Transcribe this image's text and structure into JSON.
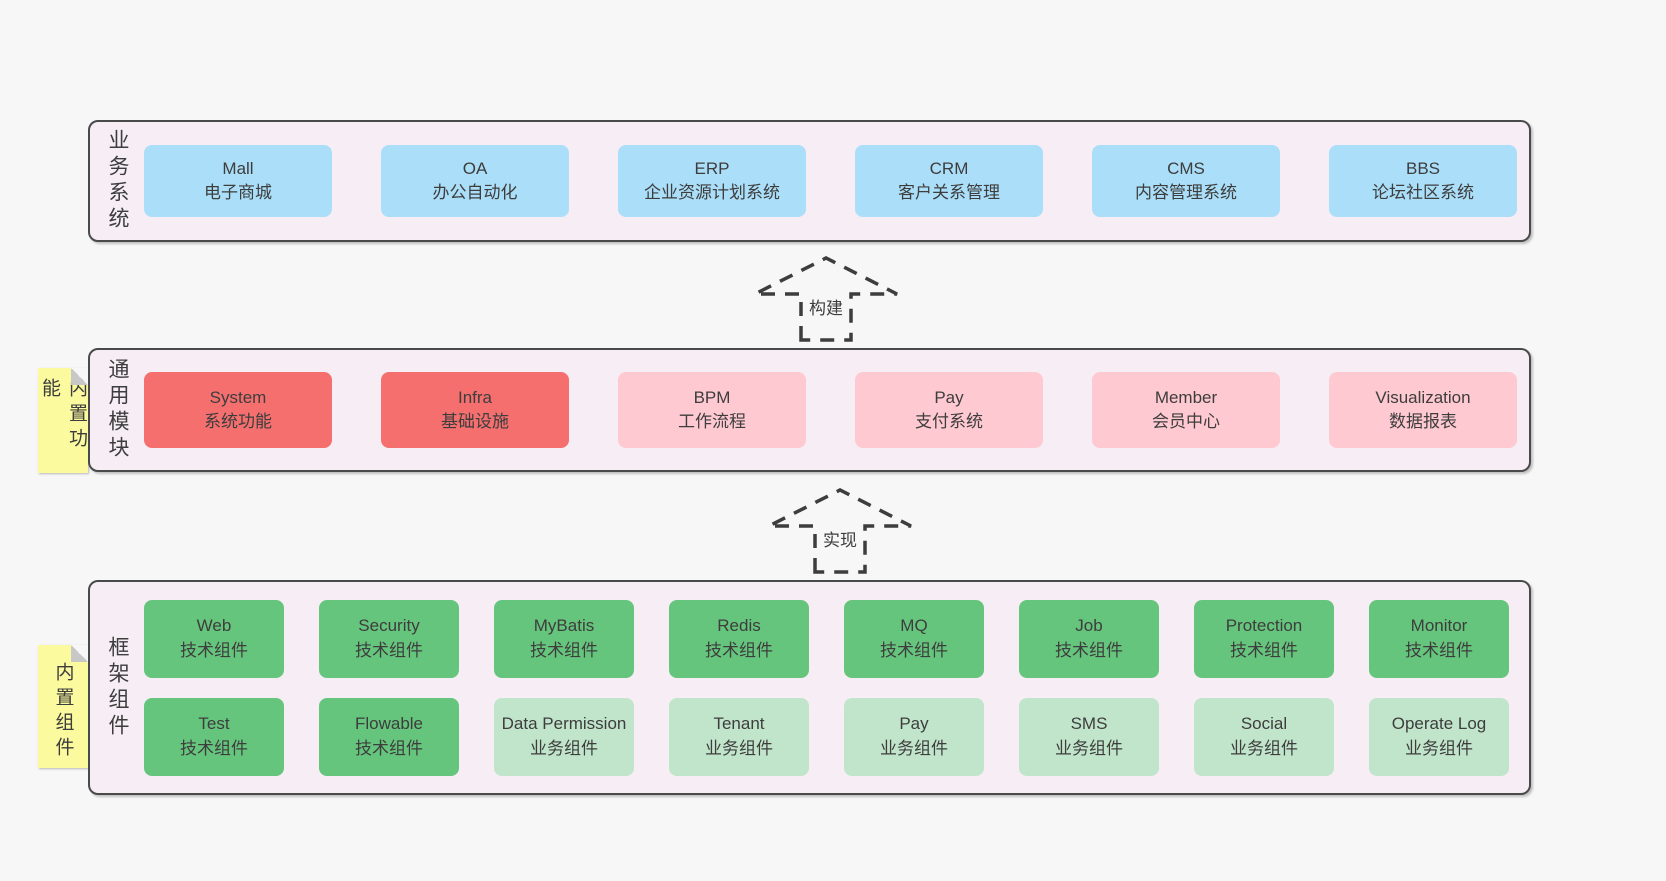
{
  "colors": {
    "page-bg": "#f7f7f7",
    "layer-bg": "#f6edf5",
    "layer-border": "#4a4a4a",
    "blue": "#abdef8",
    "red": "#f56f6f",
    "pink": "#ffc9d1",
    "green": "#66c57d",
    "lightgreen": "#c1e5ca",
    "note-yellow": "#fbfa9e",
    "note-fold": "#c8c8c8",
    "text": "#3d3d3d"
  },
  "arrows": [
    {
      "label": "构建"
    },
    {
      "label": "实现"
    }
  ],
  "notes": [
    {
      "text": "内置功能"
    },
    {
      "text": "内置组件"
    }
  ],
  "layers": [
    {
      "label": "业务系统",
      "boxes": [
        {
          "name": "Mall",
          "desc": "电子商城"
        },
        {
          "name": "OA",
          "desc": "办公自动化"
        },
        {
          "name": "ERP",
          "desc": "企业资源计划系统"
        },
        {
          "name": "CRM",
          "desc": "客户关系管理"
        },
        {
          "name": "CMS",
          "desc": "内容管理系统"
        },
        {
          "name": "BBS",
          "desc": "论坛社区系统"
        }
      ]
    },
    {
      "label": "通用模块",
      "boxes": [
        {
          "name": "System",
          "desc": "系统功能"
        },
        {
          "name": "Infra",
          "desc": "基础设施"
        },
        {
          "name": "BPM",
          "desc": "工作流程"
        },
        {
          "name": "Pay",
          "desc": "支付系统"
        },
        {
          "name": "Member",
          "desc": "会员中心"
        },
        {
          "name": "Visualization",
          "desc": "数据报表"
        }
      ]
    },
    {
      "label": "框架组件",
      "rows": [
        [
          {
            "name": "Web",
            "desc": "技术组件"
          },
          {
            "name": "Security",
            "desc": "技术组件"
          },
          {
            "name": "MyBatis",
            "desc": "技术组件"
          },
          {
            "name": "Redis",
            "desc": "技术组件"
          },
          {
            "name": "MQ",
            "desc": "技术组件"
          },
          {
            "name": "Job",
            "desc": "技术组件"
          },
          {
            "name": "Protection",
            "desc": "技术组件"
          },
          {
            "name": "Monitor",
            "desc": "技术组件"
          }
        ],
        [
          {
            "name": "Test",
            "desc": "技术组件"
          },
          {
            "name": "Flowable",
            "desc": "技术组件"
          },
          {
            "name": "Data Permission",
            "desc": "业务组件"
          },
          {
            "name": "Tenant",
            "desc": "业务组件"
          },
          {
            "name": "Pay",
            "desc": "业务组件"
          },
          {
            "name": "SMS",
            "desc": "业务组件"
          },
          {
            "name": "Social",
            "desc": "业务组件"
          },
          {
            "name": "Operate Log",
            "desc": "业务组件"
          }
        ]
      ]
    }
  ]
}
